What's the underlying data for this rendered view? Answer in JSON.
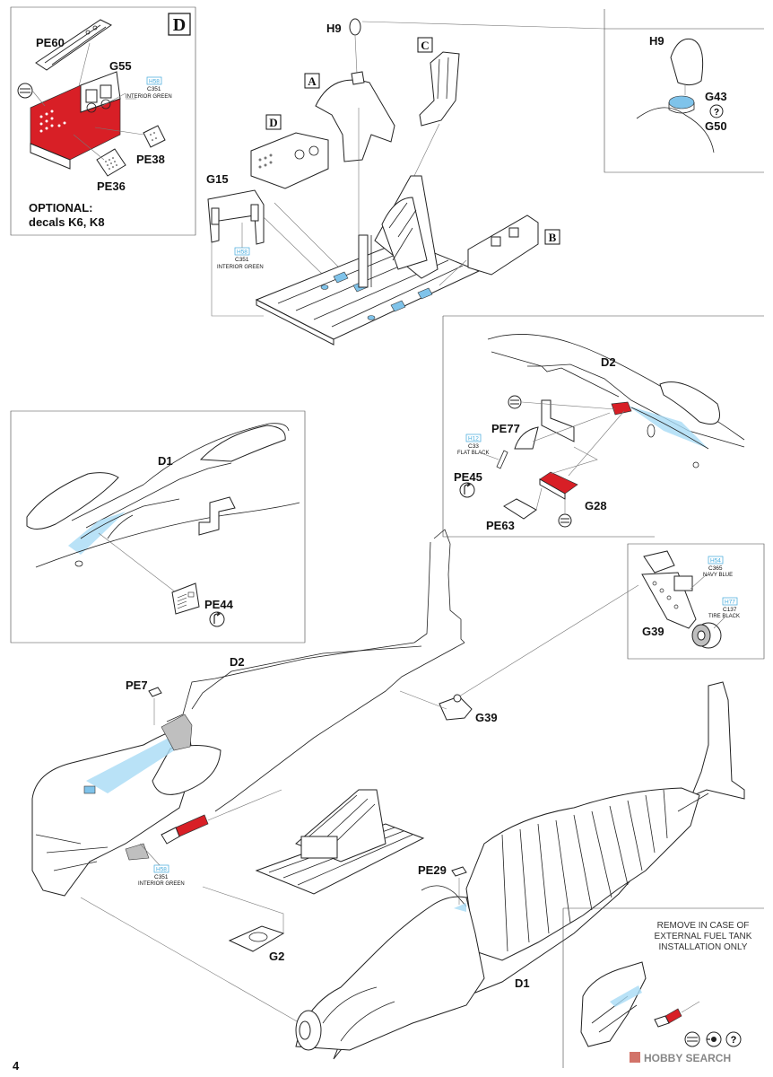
{
  "page_number": "4",
  "watermark": "HOBBY SEARCH",
  "section_letters": {
    "D_box": "D",
    "A": "A",
    "C": "C",
    "D_small": "D",
    "B": "B"
  },
  "inset_D": {
    "parts": [
      "PE60",
      "G55",
      "PE38",
      "PE36"
    ],
    "paint": {
      "code_h": "H58",
      "code_c": "C351",
      "name": "INTERIOR GREEN"
    },
    "optional_line1": "OPTIONAL:",
    "optional_line2": "decals K6, K8"
  },
  "inset_H9": {
    "parts": [
      "H9",
      "G43",
      "G50"
    ],
    "alt_symbol": "?"
  },
  "cockpit": {
    "parts": [
      "H9",
      "G15"
    ],
    "paint": {
      "code_h": "H58",
      "code_c": "C351",
      "name": "INTERIOR GREEN"
    }
  },
  "inset_D2": {
    "parts": [
      "D2",
      "PE77",
      "PE45",
      "PE63",
      "G28"
    ],
    "paint": {
      "code_h": "H12",
      "code_c": "C33",
      "name": "FLAT BLACK"
    }
  },
  "inset_D1": {
    "parts": [
      "D1",
      "PE44"
    ]
  },
  "inset_G39": {
    "part": "G39",
    "paint1": {
      "code_h": "H54",
      "code_c": "C365",
      "name": "NAVY BLUE"
    },
    "paint2": {
      "code_h": "H77",
      "code_c": "C137",
      "name": "TIRE BLACK"
    }
  },
  "main": {
    "parts": [
      "D2",
      "PE7",
      "G39",
      "PE29",
      "G2",
      "D1"
    ],
    "paint": {
      "code_h": "H58",
      "code_c": "C351",
      "name": "INTERIOR GREEN"
    }
  },
  "fuel_tank_note": {
    "line1": "REMOVE IN CASE OF",
    "line2": "EXTERNAL FUEL TANK",
    "line3": "INSTALLATION ONLY",
    "alt_symbol": "?"
  },
  "icons": [
    "remove-part-icon",
    "rotate-icon",
    "question-icon",
    "bend-icon"
  ]
}
